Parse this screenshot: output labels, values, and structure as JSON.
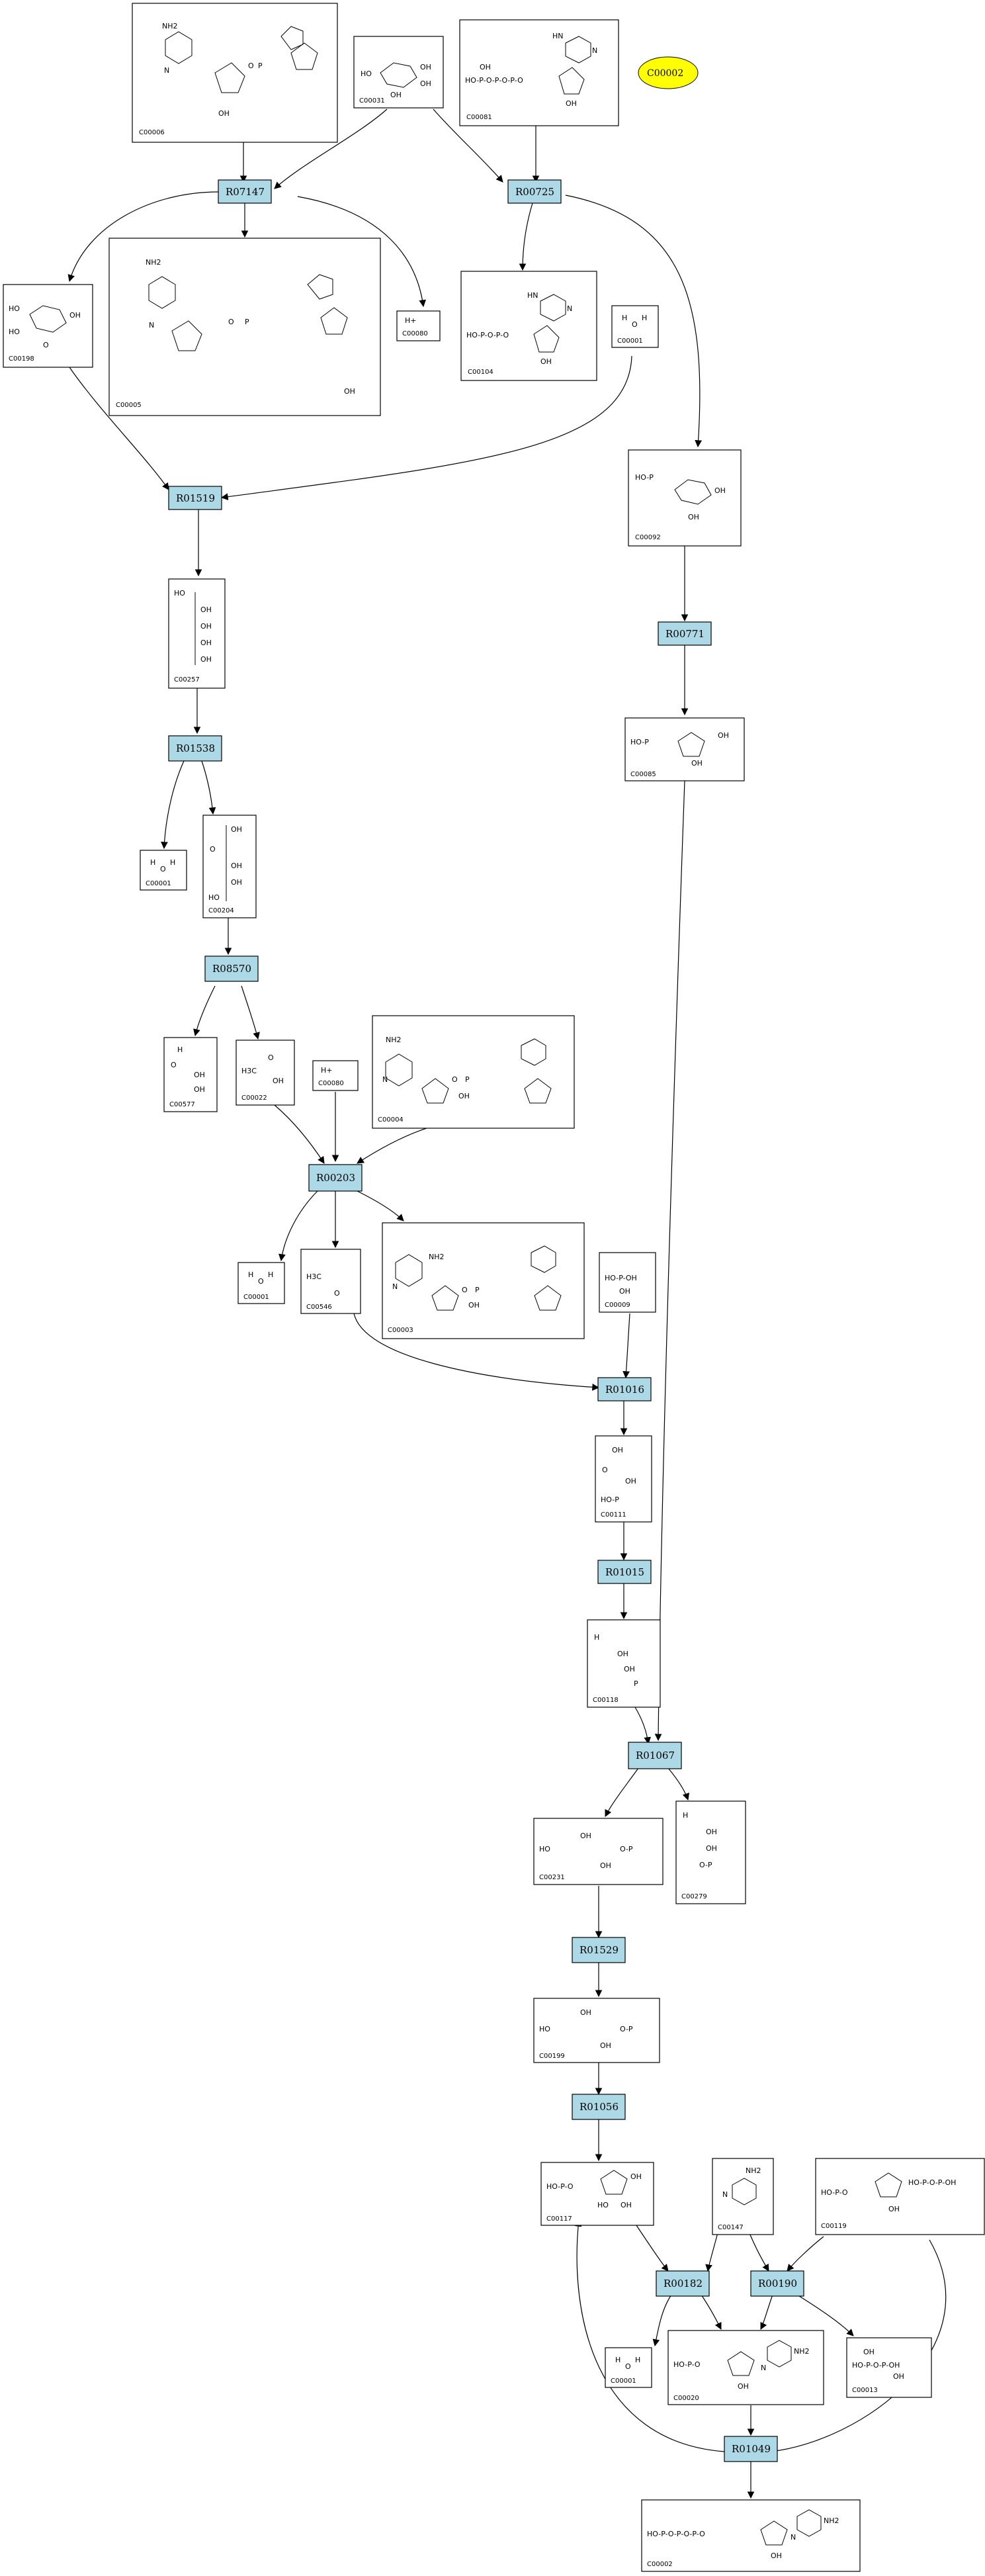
{
  "colors": {
    "reaction_fill": "#add8e6",
    "highlight_fill": "#ffff00",
    "stroke": "#000000",
    "background": "#ffffff"
  },
  "highlight": {
    "id": "C00002"
  },
  "reactions": [
    {
      "id": "R07147"
    },
    {
      "id": "R00725"
    },
    {
      "id": "R01519"
    },
    {
      "id": "R00771"
    },
    {
      "id": "R01538"
    },
    {
      "id": "R08570"
    },
    {
      "id": "R00203"
    },
    {
      "id": "R01016"
    },
    {
      "id": "R01015"
    },
    {
      "id": "R01067"
    },
    {
      "id": "R01529"
    },
    {
      "id": "R01056"
    },
    {
      "id": "R00182"
    },
    {
      "id": "R00190"
    },
    {
      "id": "R01049"
    }
  ],
  "compounds": [
    {
      "id": "C00006",
      "structure": [
        "NH2",
        "O",
        "P",
        "OH",
        "N"
      ]
    },
    {
      "id": "C00031",
      "structure": [
        "HO",
        "OH",
        "OH",
        "OH"
      ]
    },
    {
      "id": "C00081",
      "structure": [
        "OH",
        "HO-P-O-P-O-P-O",
        "HN",
        "N",
        "OH"
      ]
    },
    {
      "id": "C00198",
      "structure": [
        "HO",
        "HO",
        "OH",
        "O"
      ]
    },
    {
      "id": "C00005",
      "structure": [
        "NH2",
        "O",
        "P",
        "OH",
        "N"
      ]
    },
    {
      "id": "C00080",
      "structure": [
        "H+"
      ]
    },
    {
      "id": "C00104",
      "structure": [
        "HO-P-O-P-O",
        "HN",
        "N",
        "OH"
      ]
    },
    {
      "id": "C00001",
      "structure": [
        "H",
        "O",
        "H"
      ]
    },
    {
      "id": "C00092",
      "structure": [
        "HO-P",
        "OH",
        "OH"
      ]
    },
    {
      "id": "C00257",
      "structure": [
        "HO",
        "OH",
        "OH",
        "OH",
        "OH"
      ]
    },
    {
      "id": "C00085",
      "structure": [
        "HO-P",
        "OH",
        "OH"
      ]
    },
    {
      "id": "C00001",
      "structure": [
        "H",
        "O",
        "H"
      ]
    },
    {
      "id": "C00204",
      "structure": [
        "OH",
        "O",
        "OH",
        "OH",
        "HO"
      ]
    },
    {
      "id": "C00577",
      "structure": [
        "H",
        "O",
        "OH",
        "OH"
      ]
    },
    {
      "id": "C00022",
      "structure": [
        "H3C",
        "O",
        "OH"
      ]
    },
    {
      "id": "C00080",
      "structure": [
        "H+"
      ]
    },
    {
      "id": "C00004",
      "structure": [
        "NH2",
        "O",
        "P",
        "OH",
        "N"
      ]
    },
    {
      "id": "C00001",
      "structure": [
        "H",
        "O",
        "H"
      ]
    },
    {
      "id": "C00546",
      "structure": [
        "H3C",
        "O"
      ]
    },
    {
      "id": "C00003",
      "structure": [
        "NH2",
        "O",
        "P",
        "OH",
        "N"
      ]
    },
    {
      "id": "C00009",
      "structure": [
        "HO-P-OH",
        "OH"
      ]
    },
    {
      "id": "C00111",
      "structure": [
        "OH",
        "O",
        "OH",
        "HO-P"
      ]
    },
    {
      "id": "C00118",
      "structure": [
        "H",
        "OH",
        "OH",
        "P"
      ]
    },
    {
      "id": "C00231",
      "structure": [
        "HO",
        "OH",
        "O-P",
        "OH"
      ]
    },
    {
      "id": "C00279",
      "structure": [
        "H",
        "OH",
        "OH",
        "O-P"
      ]
    },
    {
      "id": "C00199",
      "structure": [
        "HO",
        "OH",
        "O-P",
        "OH"
      ]
    },
    {
      "id": "C00117",
      "structure": [
        "HO-P-O",
        "OH",
        "HO",
        "OH"
      ]
    },
    {
      "id": "C00147",
      "structure": [
        "NH2",
        "N"
      ]
    },
    {
      "id": "C00119",
      "structure": [
        "HO-P-O",
        "HO-P-O-P-OH",
        "OH"
      ]
    },
    {
      "id": "C00001",
      "structure": [
        "H",
        "O",
        "H"
      ]
    },
    {
      "id": "C00020",
      "structure": [
        "HO-P-O",
        "NH2",
        "N",
        "OH"
      ]
    },
    {
      "id": "C00013",
      "structure": [
        "HO-P-O-P-OH",
        "OH",
        "OH"
      ]
    },
    {
      "id": "C00002",
      "structure": [
        "HO-P-O-P-O-P-O",
        "NH2",
        "N",
        "OH"
      ]
    }
  ]
}
